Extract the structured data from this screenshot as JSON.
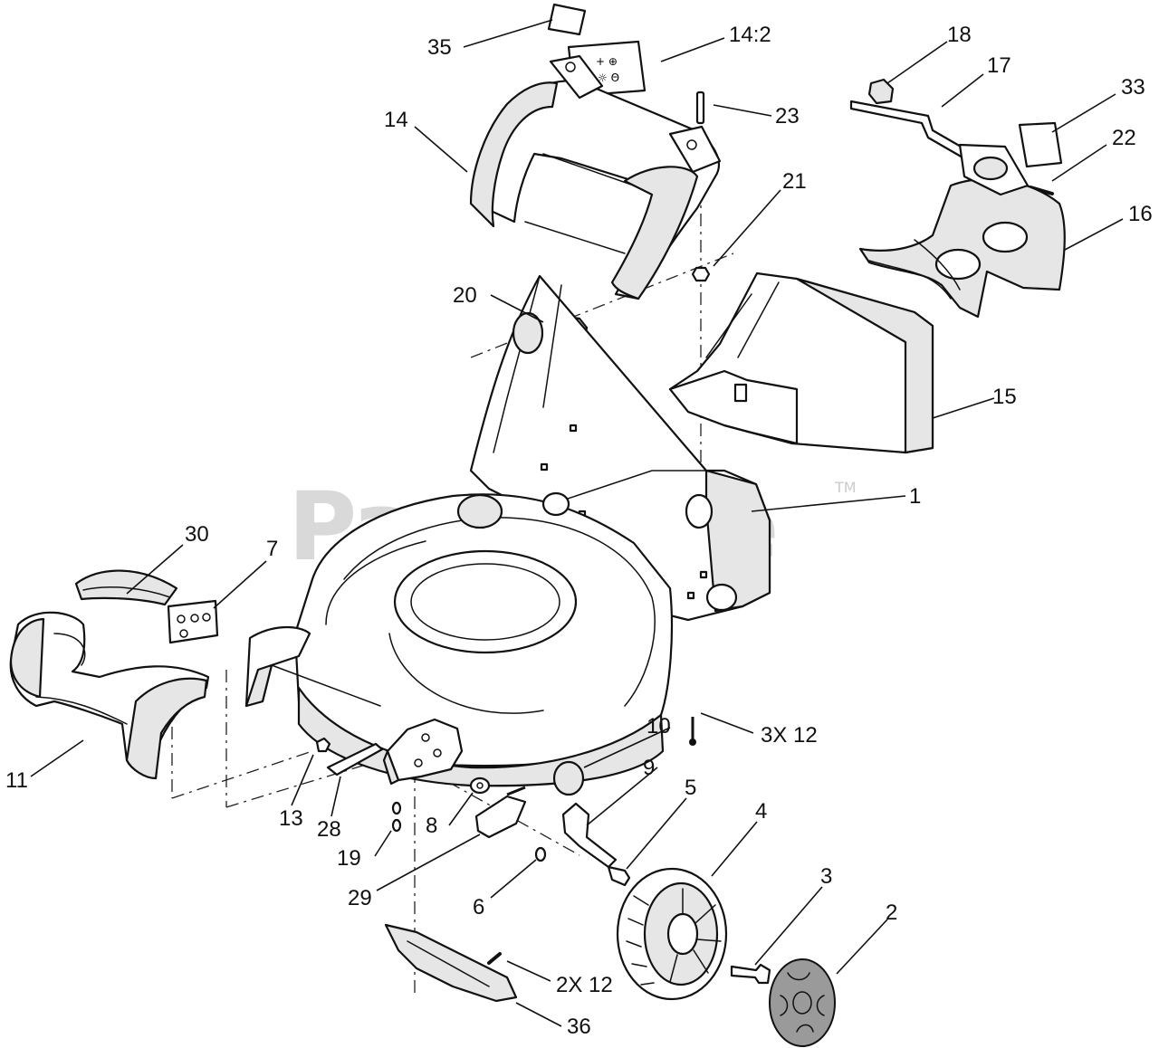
{
  "watermark": {
    "brand": "PartsTree",
    "trademark": "TM"
  },
  "callouts": [
    {
      "id": "c35",
      "label": "35"
    },
    {
      "id": "c14-2",
      "label": "14:2"
    },
    {
      "id": "c18",
      "label": "18"
    },
    {
      "id": "c17",
      "label": "17"
    },
    {
      "id": "c33",
      "label": "33"
    },
    {
      "id": "c22",
      "label": "22"
    },
    {
      "id": "c16",
      "label": "16"
    },
    {
      "id": "c14",
      "label": "14"
    },
    {
      "id": "c23",
      "label": "23"
    },
    {
      "id": "c21",
      "label": "21"
    },
    {
      "id": "c20",
      "label": "20"
    },
    {
      "id": "c15",
      "label": "15"
    },
    {
      "id": "c1",
      "label": "1"
    },
    {
      "id": "c30",
      "label": "30"
    },
    {
      "id": "c7",
      "label": "7"
    },
    {
      "id": "c3x12",
      "label": "3X 12"
    },
    {
      "id": "c10",
      "label": "10"
    },
    {
      "id": "c9",
      "label": "9"
    },
    {
      "id": "c5",
      "label": "5"
    },
    {
      "id": "c4",
      "label": "4"
    },
    {
      "id": "c11",
      "label": "11"
    },
    {
      "id": "c13",
      "label": "13"
    },
    {
      "id": "c28",
      "label": "28"
    },
    {
      "id": "c8",
      "label": "8"
    },
    {
      "id": "c19",
      "label": "19"
    },
    {
      "id": "c29",
      "label": "29"
    },
    {
      "id": "c6",
      "label": "6"
    },
    {
      "id": "c3",
      "label": "3"
    },
    {
      "id": "c2",
      "label": "2"
    },
    {
      "id": "c2x12",
      "label": "2X 12"
    },
    {
      "id": "c36",
      "label": "36"
    }
  ]
}
